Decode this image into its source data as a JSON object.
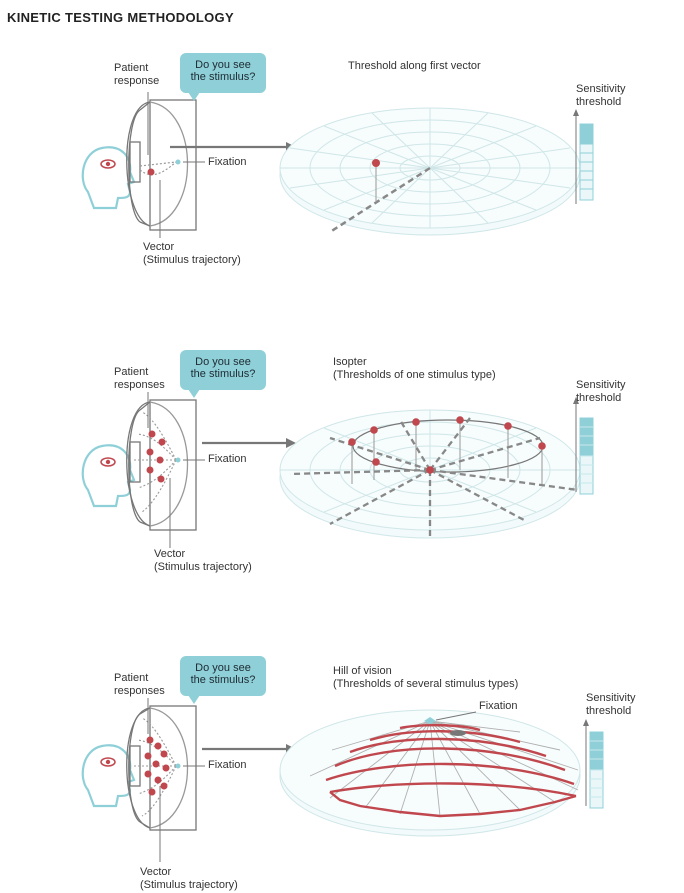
{
  "title": "KINETIC TESTING METHODOLOGY",
  "bubble": {
    "line1": "Do you see",
    "line2": "the stimulus?"
  },
  "labels": {
    "fixation": "Fixation",
    "vector": "Vector",
    "vector_sub": "(Stimulus trajectory)",
    "sensitivity_line1": "Sensitivity",
    "sensitivity_line2": "threshold"
  },
  "panels": [
    {
      "response_line1": "Patient",
      "response_line2": "response",
      "heading_line1": "Threshold along first vector",
      "heading_line2": ""
    },
    {
      "response_line1": "Patient",
      "response_line2": "responses",
      "heading_line1": "Isopter",
      "heading_line2": "(Thresholds of one stimulus type)"
    },
    {
      "response_line1": "Patient",
      "response_line2": "responses",
      "heading_line1": "Hill of vision",
      "heading_line2": "(Thresholds of several stimulus types)",
      "fixation_top": "Fixation"
    }
  ],
  "colors": {
    "teal": "#8fd0d8",
    "teal_light": "#c8e9ec",
    "red": "#c0474d",
    "gray": "#7a7a7a",
    "grid": "#cfe6e8"
  }
}
